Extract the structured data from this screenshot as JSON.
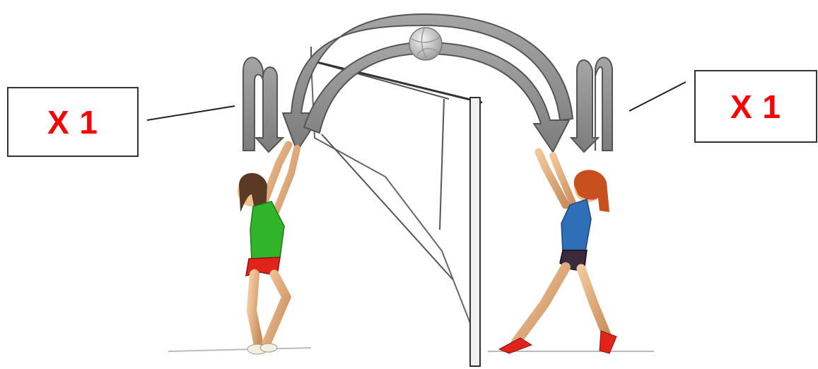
{
  "left_counter": {
    "label": "X 1"
  },
  "right_counter": {
    "label": "X 1"
  },
  "players": [
    {
      "name": "player-left",
      "shirt_color": "#2fb42a",
      "shorts_color": "#e0241b"
    },
    {
      "name": "player-right",
      "shirt_color": "#2f6fb8",
      "shorts_color": "#3a2a3a"
    }
  ],
  "arrow_color": "#8e8e8e",
  "ball_color": "#d8d8d8"
}
